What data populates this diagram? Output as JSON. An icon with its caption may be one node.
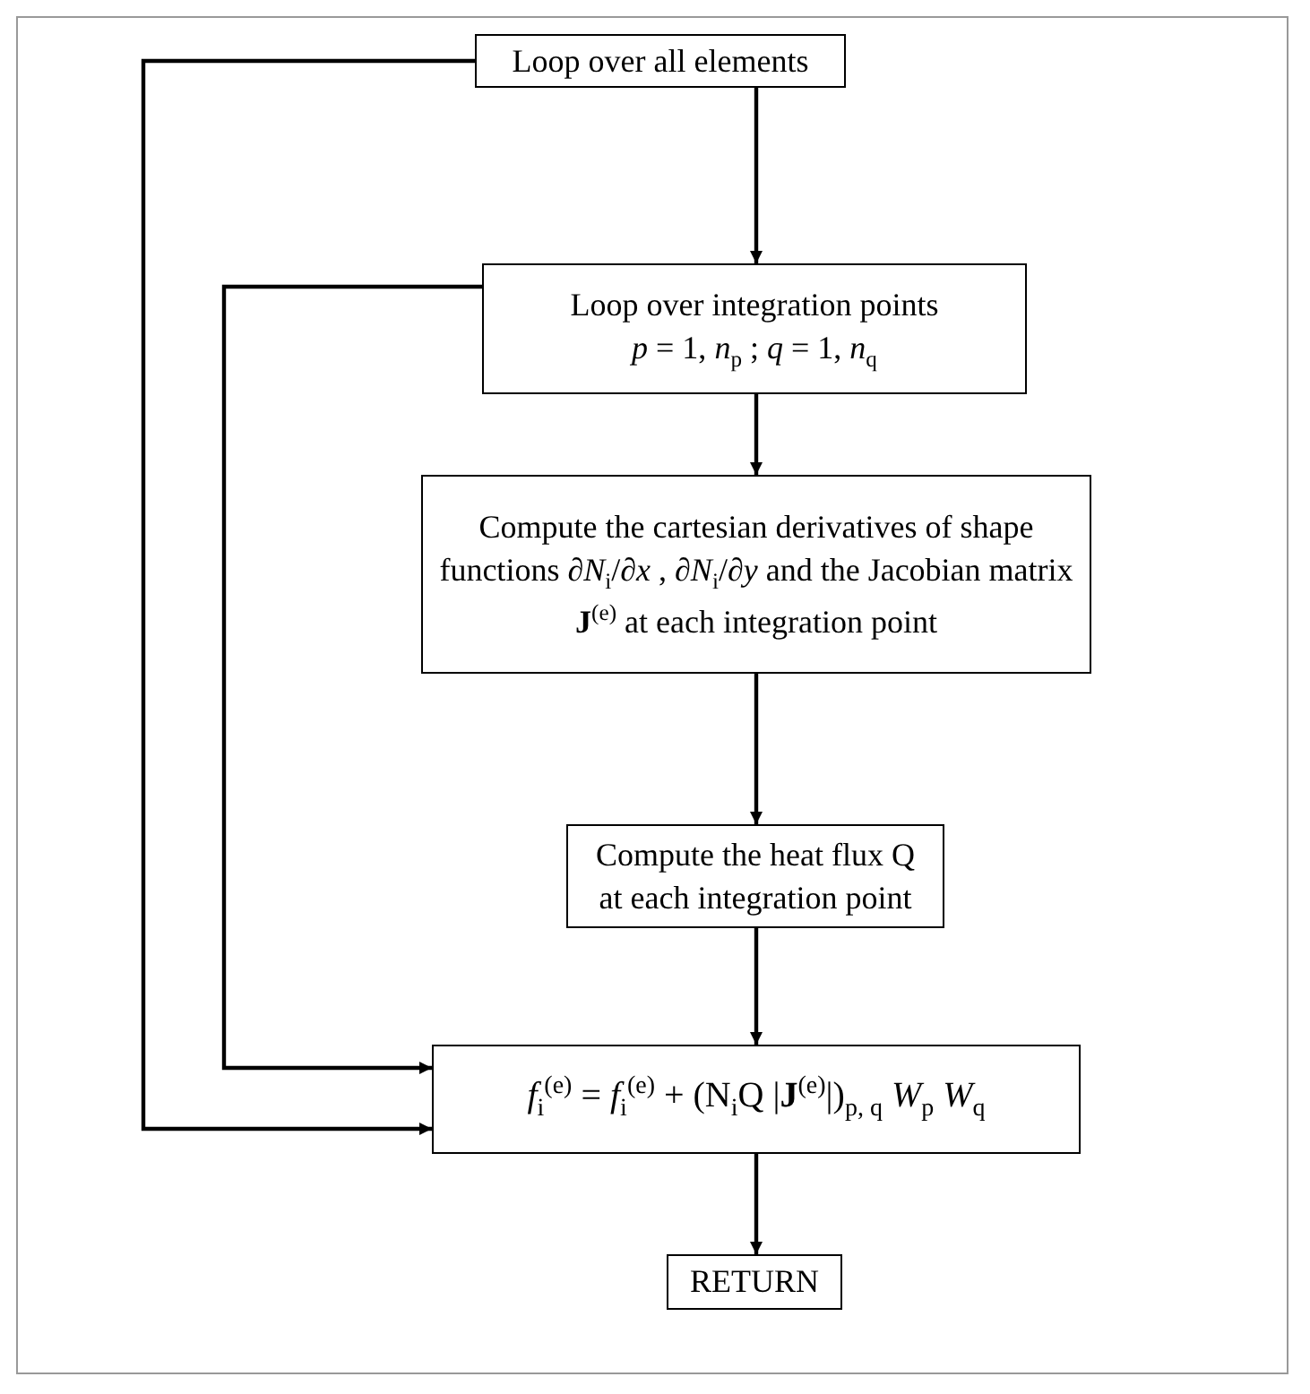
{
  "diagram": {
    "nodes": [
      {
        "text": [
          "Loop over all elements"
        ]
      },
      {
        "text": [
          "Loop over integration points",
          "*p* = 1,  *n*$_{p}$ ; *q* = 1,  *n*$_{q}$"
        ]
      },
      {
        "text": [
          "Compute the cartesian derivatives of shape functions ∂*N*$_{i}$/∂*x* , ∂*N*$_{i}$/∂*y* and the Jacobian matrix **J**$^{(e)}$ at each integration point"
        ]
      },
      {
        "text": [
          "Compute the heat flux Q at each integration point"
        ]
      },
      {
        "text": [
          "*f*$_{i}$$^{(e)}$ = *f*$_{i}$$^{(e)}$ + (N$_{i}$Q |**J**$^{(e)}$|)$_{p, q}$ *W*$_{p}$  *W*$_{q}$"
        ]
      },
      {
        "text": [
          "RETURN"
        ]
      }
    ],
    "edges": [
      {
        "from": 0,
        "to": 1,
        "arrow": "to"
      },
      {
        "from": 1,
        "to": 2,
        "arrow": "to"
      },
      {
        "from": 2,
        "to": 3,
        "arrow": "to"
      },
      {
        "from": 3,
        "to": 4,
        "arrow": "to"
      },
      {
        "from": 4,
        "to": 5,
        "arrow": "to"
      },
      {
        "from": 1,
        "to": 4,
        "arrow": "to"
      },
      {
        "from": 0,
        "to": 4,
        "arrow": "to"
      }
    ]
  }
}
